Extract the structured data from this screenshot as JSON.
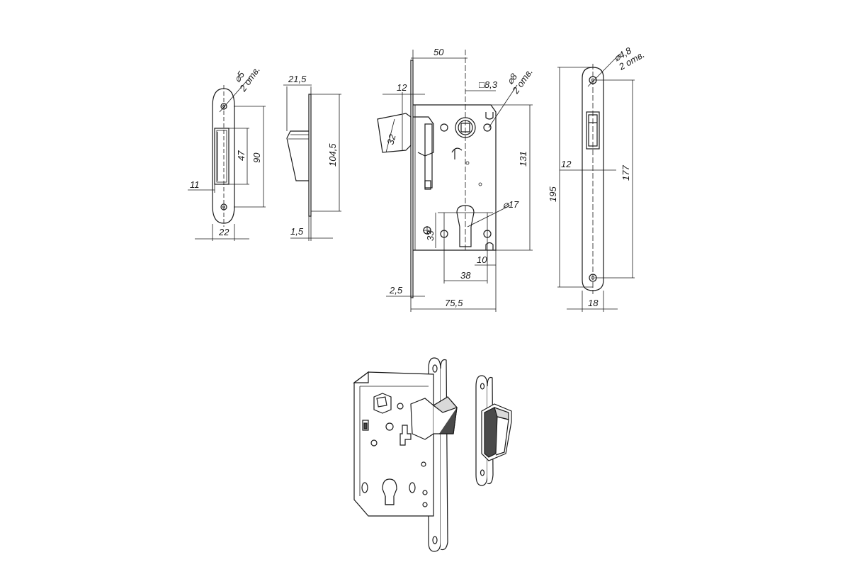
{
  "dimensions": {
    "strike_hole_dia": "5",
    "strike_hole_count": "2 отв.",
    "strike_height_90": "90",
    "strike_opening_47": "47",
    "strike_offset_11": "11",
    "strike_width_22": "22",
    "strike_depth_21_5": "21,5",
    "strike_height_104_5": "104,5",
    "strike_thickness_1_5": "1,5",
    "backset_50": "50",
    "latch_projection_12": "12",
    "square_8_3": "8,3",
    "hole_dia_8": "8",
    "hole_count_8": "2 отв.",
    "latch_height_32": "32",
    "case_height_131": "131",
    "cyl_hole_17": "17",
    "cyl_height_33": "33",
    "cyl_offset_10": "10",
    "cyl_spacing_38": "38",
    "faceplate_2_5": "2,5",
    "total_depth_75_5": "75,5",
    "face_hole_dia": "4,8",
    "face_hole_count": "2 отв.",
    "face_width_12": "12",
    "face_height_195": "195",
    "face_spacing_177": "177",
    "face_width_18": "18"
  },
  "symbols": {
    "diameter": "⌀",
    "square": "□"
  }
}
